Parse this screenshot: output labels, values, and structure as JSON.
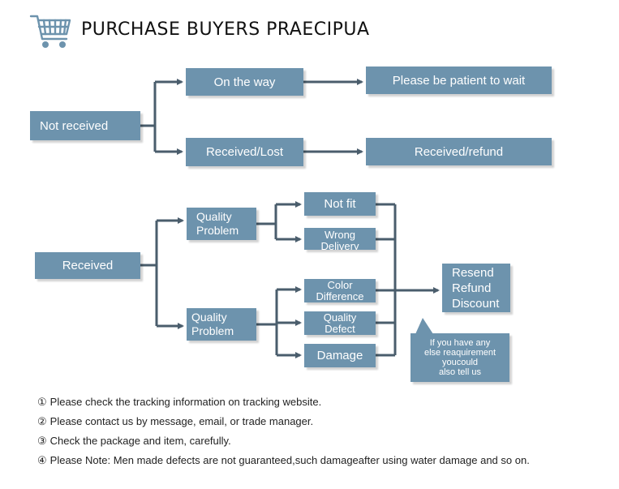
{
  "header": {
    "icon": "shopping-cart-icon",
    "title": "PURCHASE BUYERS PRAECIPUA"
  },
  "colors": {
    "box": "#6d93ad",
    "arrow": "#4a5d6c"
  },
  "flow": {
    "not_received": "Not received",
    "on_the_way": "On the way",
    "be_patient": "Please be patient to wait",
    "received_lost": "Received/Lost",
    "received_refund": "Received/refund",
    "received": "Received",
    "quality_problem_1": "Quality\nProblem",
    "quality_problem_2": "Quality\nProblem",
    "not_fit": "Not fit",
    "wrong_delivery": "Wrong\nDelivery",
    "color_difference": "Color\nDifference",
    "quality_defect": "Quality\nDefect",
    "damage": "Damage",
    "resolution": "Resend\nRefund\nDiscount",
    "callout": "If you have any\nelse reaquirement\nyoucould\nalso tell us"
  },
  "notes": [
    {
      "num": "①",
      "text": "Please check the tracking information on tracking website."
    },
    {
      "num": "②",
      "text": "Please contact us by message, email, or trade manager."
    },
    {
      "num": "③",
      "text": "Check the package and item, carefully."
    },
    {
      "num": "④",
      "text": "Please Note: Men made defects are not guaranteed,such damageafter using water damage and so on."
    }
  ]
}
